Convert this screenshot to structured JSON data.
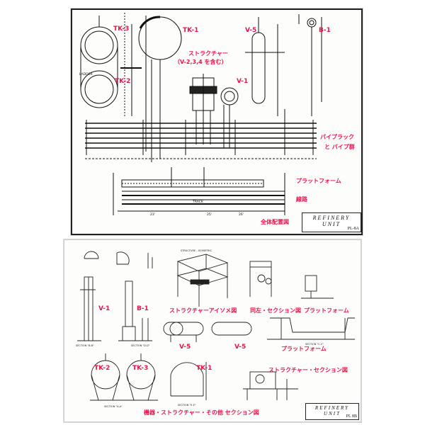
{
  "top_sheet": {
    "labels": {
      "tk3": "TK-3",
      "tk2": "TK-2",
      "tk1": "TK-1",
      "v5": "V-5",
      "b1": "B-1",
      "v1": "V-1",
      "structure": "ストラクチャー",
      "structure_note": "（V-2,3,4 を含む）",
      "pipe_rack": "パイプラック",
      "pipe_group": "と パイプ群",
      "platform": "プラットフォーム",
      "rail": "線路",
      "overall_layout": "全体配置図"
    },
    "title_block": {
      "title": "REFINERY UNIT",
      "drawing_no": "PL-8A"
    },
    "drawing_text": {
      "ladder": "LADDER",
      "track": "TRACK",
      "dim_23": "23'",
      "dim_25": "25'",
      "dim_26": "26'"
    }
  },
  "bottom_sheet": {
    "labels": {
      "v1": "V-1",
      "b1": "B-1",
      "struct_iso": "ストラクチャーアイソメ図",
      "same_section": "同左・セクション図",
      "platform": "プラットフォーム",
      "v5_a": "V-5",
      "v5_b": "V-5",
      "platform2": "プラットフォーム",
      "tk2": "TK-2",
      "tk3": "TK-3",
      "tk1": "TK-1",
      "struct_section": "ストラクチャー・セクション図",
      "equipment_section": "機器・ストラクチャー・その他 セクション図"
    },
    "title_block": {
      "title": "REFINERY UNIT",
      "drawing_no": "PL 8B"
    },
    "drawing_text": {
      "structure_isometric": "STRUCTURE - ISOMETRIC",
      "section_bb": "SECTION \"B-B\"",
      "section_dd": "SECTION \"D-D\"",
      "section_cc": "SECTION \"C-C\"",
      "section_aa": "SECTION \"A-A\"",
      "section_ee": "SECTION \"E-E\""
    }
  }
}
